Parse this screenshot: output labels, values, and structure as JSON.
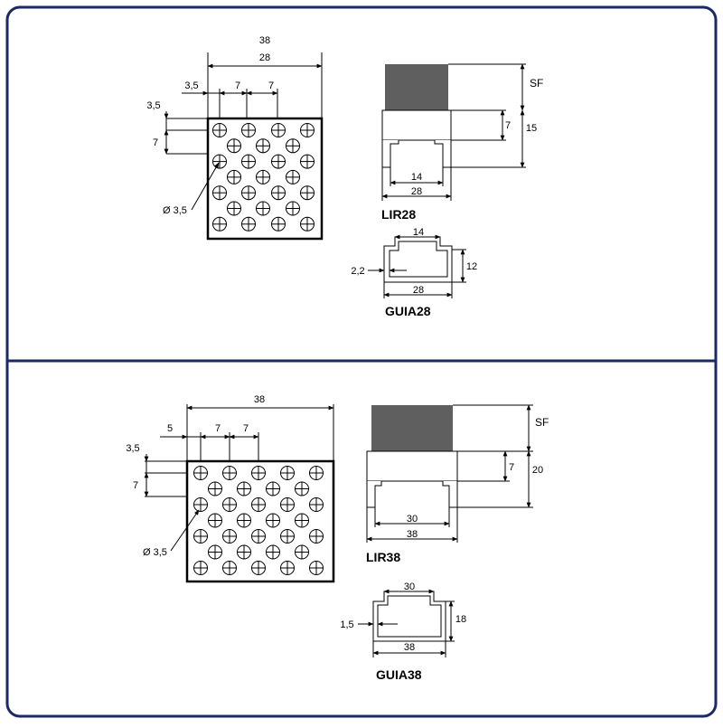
{
  "colors": {
    "frame": "#1a2a66",
    "line": "#000000",
    "fill_gray": "#5f5f5f"
  },
  "top": {
    "plate": {
      "dim_38": "38",
      "dim_28": "28",
      "dim_35_h": "3,5",
      "dim_7a": "7",
      "dim_7b": "7",
      "dim_35_v": "3,5",
      "dim_7_v": "7",
      "hole_dia": "Ø 3,5"
    },
    "profile": {
      "sf": "SF",
      "dim_7": "7",
      "dim_15": "15",
      "dim_14": "14",
      "dim_28": "28",
      "label": "LIR28"
    },
    "guide": {
      "dim_14": "14",
      "dim_12": "12",
      "dim_22": "2,2",
      "dim_28": "28",
      "label": "GUIA28"
    }
  },
  "bottom": {
    "plate": {
      "dim_38": "38",
      "dim_5": "5",
      "dim_7a": "7",
      "dim_7b": "7",
      "dim_35_v": "3,5",
      "dim_7_v": "7",
      "hole_dia": "Ø 3,5"
    },
    "profile": {
      "sf": "SF",
      "dim_7": "7",
      "dim_20": "20",
      "dim_30": "30",
      "dim_38": "38",
      "label": "LIR38"
    },
    "guide": {
      "dim_30": "30",
      "dim_18": "18",
      "dim_15": "1,5",
      "dim_38": "38",
      "label": "GUIA38"
    }
  }
}
